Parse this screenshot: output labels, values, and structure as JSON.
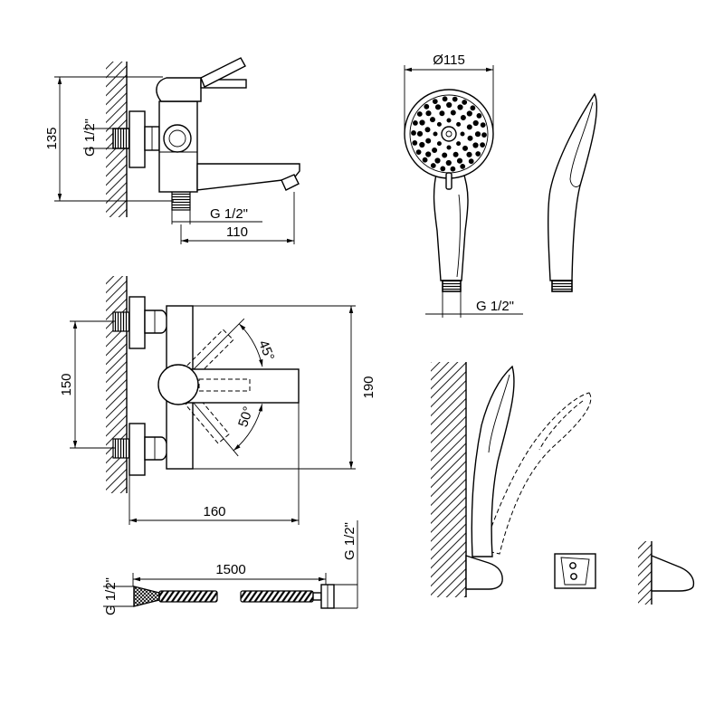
{
  "drawing": {
    "side_view": {
      "height": "135",
      "inlet_thread": "G 1/2\"",
      "outlet_thread": "G 1/2\"",
      "spout_reach": "110"
    },
    "hand_shower": {
      "head_diameter": "Ø115",
      "connection_thread": "G 1/2\""
    },
    "top_view": {
      "inlet_spacing": "150",
      "total_height": "190",
      "lever_angle_up": "45°",
      "lever_angle_down": "50°",
      "depth": "160"
    },
    "hose": {
      "length": "1500",
      "thread_left": "G 1/2\"",
      "thread_right": "G 1/2\""
    }
  },
  "colors": {
    "line": "#000000",
    "background": "#ffffff"
  }
}
